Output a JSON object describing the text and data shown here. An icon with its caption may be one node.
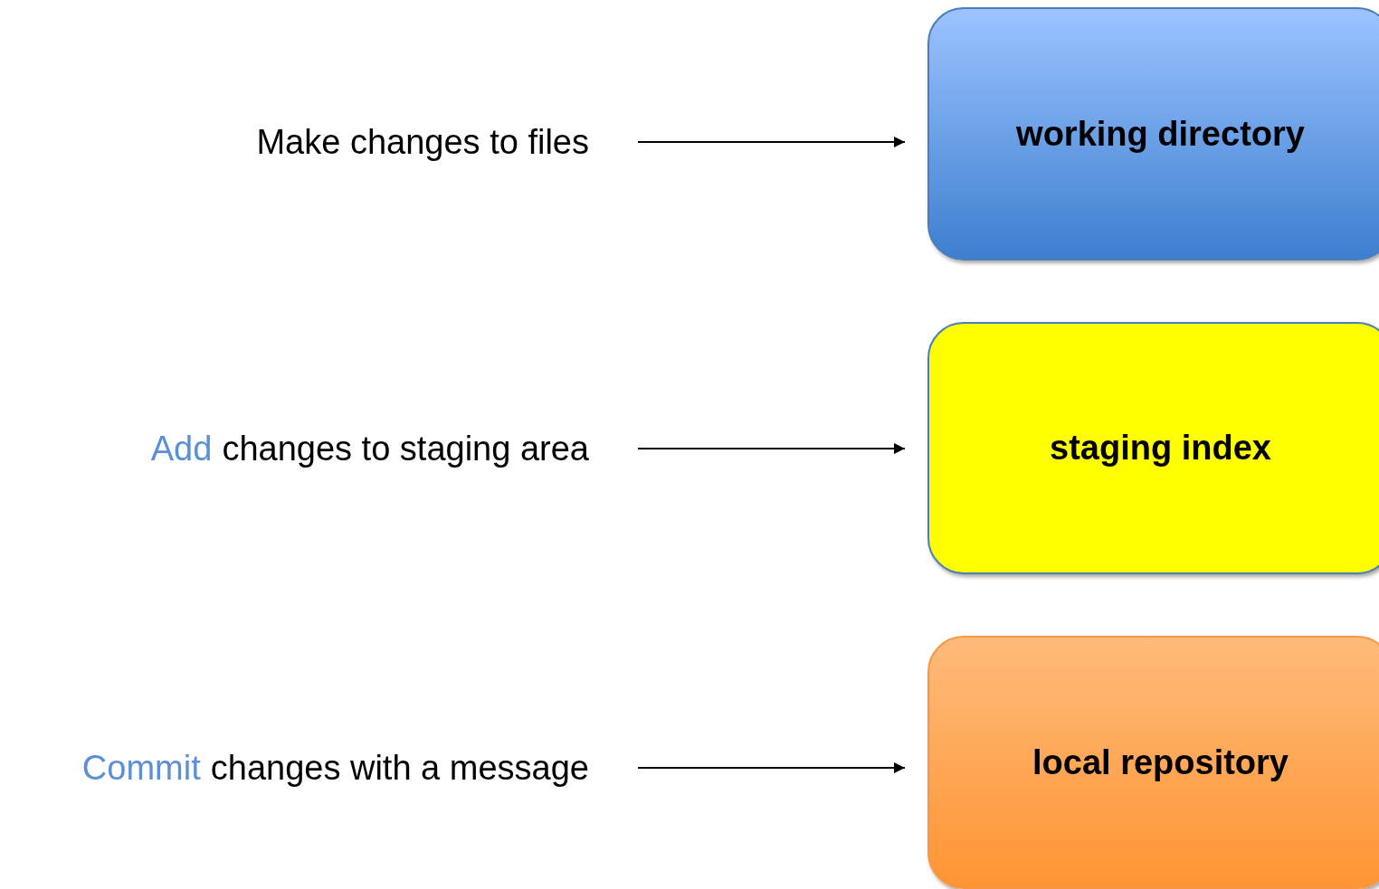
{
  "diagram": {
    "nodes": [
      {
        "text": [
          "Make changes to files"
        ]
      },
      {
        "text": [
          "working directory"
        ]
      },
      {
        "text": [
          "Add",
          "changes to staging area"
        ]
      },
      {
        "text": [
          "staging index"
        ]
      },
      {
        "text": [
          "Commit",
          "changes with a message"
        ]
      },
      {
        "text": [
          "local repository"
        ]
      }
    ],
    "edges": [
      {
        "from": 0,
        "to": 1,
        "arrow": "to"
      },
      {
        "from": 2,
        "to": 3,
        "arrow": "to"
      },
      {
        "from": 4,
        "to": 5,
        "arrow": "to"
      }
    ]
  }
}
